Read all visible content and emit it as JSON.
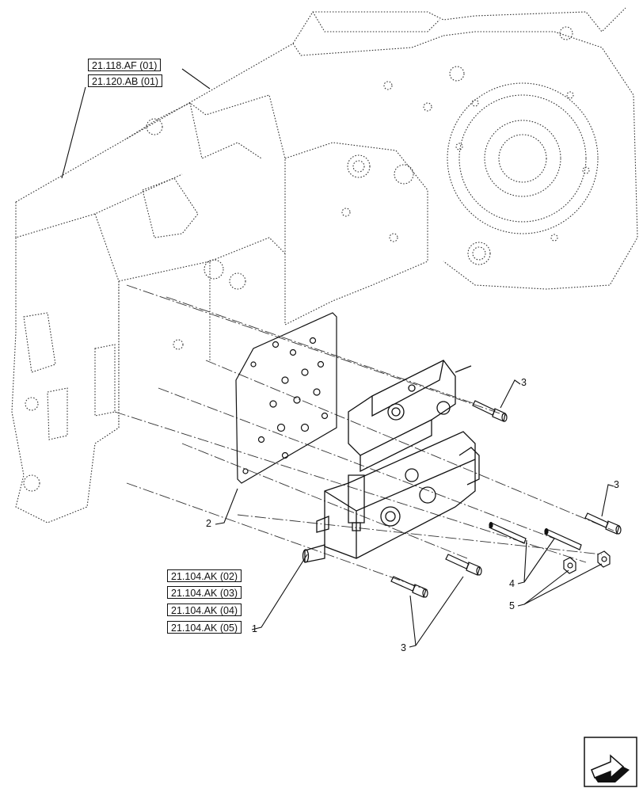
{
  "references": {
    "top": [
      "21.118.AF (01)",
      "21.120.AB (01)"
    ],
    "bottom": [
      "21.104.AK (02)",
      "21.104.AK (03)",
      "21.104.AK (04)",
      "21.104.AK (05)"
    ]
  },
  "callouts": {
    "item1": "1",
    "item2": "2",
    "item3": "3",
    "item4": "4",
    "item5": "5"
  },
  "colors": {
    "line": "#111111",
    "dashed": "#333333",
    "background": "#ffffff"
  },
  "icons": {
    "navigation": "next-page-arrow-icon"
  }
}
